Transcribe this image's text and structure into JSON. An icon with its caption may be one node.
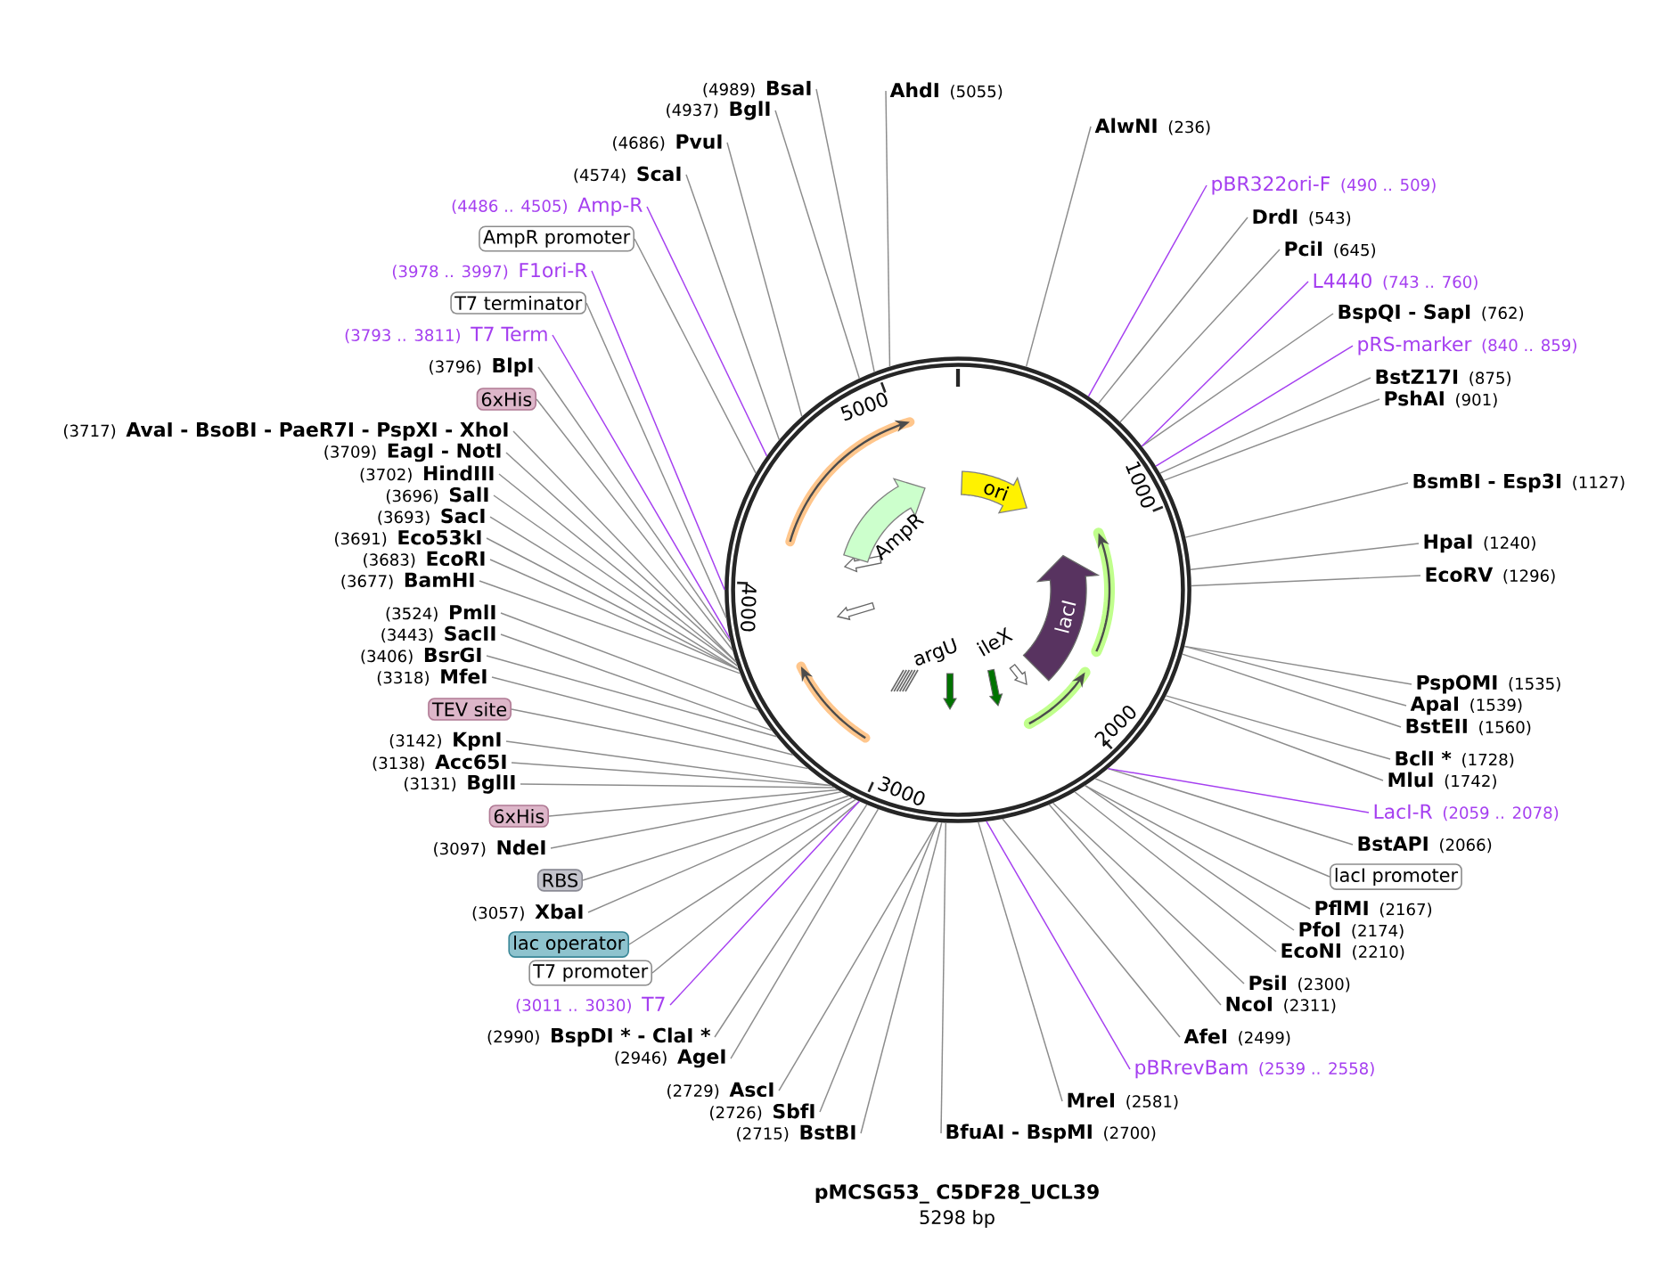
{
  "diagram": {
    "title": "pMCSG53_ C5DF28_UCL39",
    "caption": "5298 bp",
    "nodes": [
      {
        "text": [],
        "shape": "circle"
      },
      {
        "text": [
          "(4989)",
          "BsaI"
        ]
      },
      {
        "text": [
          "(4937)",
          "BglI"
        ]
      },
      {
        "text": [
          "(4686)",
          "PvuI"
        ]
      },
      {
        "text": [
          "(4574)",
          "ScaI"
        ]
      },
      {
        "text": [
          "(4486 .. 4505)",
          "Amp-R"
        ]
      },
      {
        "text": [
          "AmpR promoter"
        ]
      },
      {
        "text": [
          "(3978 .. 3997)",
          "F1ori-R"
        ]
      },
      {
        "text": [
          "T7 terminator"
        ]
      },
      {
        "text": [
          "(3793 .. 3811)",
          "T7 Term"
        ]
      },
      {
        "text": [
          "(3796)",
          "BlpI"
        ]
      },
      {
        "text": [
          "6xHis"
        ]
      },
      {
        "text": [
          "(3717)",
          "AvaI - BsoBI - PaeR7I - PspXI - XhoI"
        ]
      },
      {
        "text": [
          "(3709)",
          "EagI - NotI"
        ]
      },
      {
        "text": [
          "(3702)",
          "HindIII"
        ]
      },
      {
        "text": [
          "(3696)",
          "SalI"
        ]
      },
      {
        "text": [
          "(3693)",
          "SacI"
        ]
      },
      {
        "text": [
          "(3691)",
          "Eco53kI"
        ]
      },
      {
        "text": [
          "(3683)",
          "EcoRI"
        ]
      },
      {
        "text": [
          "(3677)",
          "BamHI"
        ]
      },
      {
        "text": [
          "(3524)",
          "PmlI"
        ]
      },
      {
        "text": [
          "(3443)",
          "SacII"
        ]
      },
      {
        "text": [
          "(3406)",
          "BsrGI"
        ]
      },
      {
        "text": [
          "(3318)",
          "MfeI"
        ]
      },
      {
        "text": [
          "TEV site"
        ]
      },
      {
        "text": [
          "(3142)",
          "KpnI"
        ]
      },
      {
        "text": [
          "(3138)",
          "Acc65I"
        ]
      },
      {
        "text": [
          "(3131)",
          "BglII"
        ]
      },
      {
        "text": [
          "6xHis"
        ]
      },
      {
        "text": [
          "(3097)",
          "NdeI"
        ]
      },
      {
        "text": [
          "RBS"
        ]
      },
      {
        "text": [
          "(3057)",
          "XbaI"
        ]
      },
      {
        "text": [
          "lac operator"
        ]
      },
      {
        "text": [
          "T7 promoter"
        ]
      },
      {
        "text": [
          "(3011 .. 3030)",
          "T7"
        ]
      },
      {
        "text": [
          "(2990)",
          "BspDI * - ClaI *"
        ]
      },
      {
        "text": [
          "(2946)",
          "AgeI"
        ]
      },
      {
        "text": [
          "(2729)",
          "AscI"
        ]
      },
      {
        "text": [
          "(2726)",
          "SbfI"
        ]
      },
      {
        "text": [
          "(2715)",
          "BstBI"
        ]
      },
      {
        "text": [
          "BfuAI - BspMI",
          "(2700)"
        ]
      },
      {
        "text": [
          "MreI",
          "(2581)"
        ]
      },
      {
        "text": [
          "pBRrevBam",
          "(2539 .. 2558)"
        ]
      },
      {
        "text": [
          "AfeI",
          "(2499)"
        ]
      },
      {
        "text": [
          "NcoI",
          "(2311)"
        ]
      },
      {
        "text": [
          "PsiI",
          "(2300)"
        ]
      },
      {
        "text": [
          "EcoNI",
          "(2210)"
        ]
      },
      {
        "text": [
          "PfoI",
          "(2174)"
        ]
      },
      {
        "text": [
          "PflMI",
          "(2167)"
        ]
      },
      {
        "text": [
          "lacI promoter"
        ]
      },
      {
        "text": [
          "BstAPI",
          "(2066)"
        ]
      },
      {
        "text": [
          "LacI-R",
          "(2059 .. 2078)"
        ]
      },
      {
        "text": [
          "MluI",
          "(1742)"
        ]
      },
      {
        "text": [
          "BclI *",
          "(1728)"
        ]
      },
      {
        "text": [
          "BstEII",
          "(1560)"
        ]
      },
      {
        "text": [
          "ApaI",
          "(1539)"
        ]
      },
      {
        "text": [
          "PspOMI",
          "(1535)"
        ]
      },
      {
        "text": [
          "EcoRV",
          "(1296)"
        ]
      },
      {
        "text": [
          "HpaI",
          "(1240)"
        ]
      },
      {
        "text": [
          "BsmBI - Esp3I",
          "(1127)"
        ]
      },
      {
        "text": [
          "PshAI",
          "(901)"
        ]
      },
      {
        "text": [
          "BstZ17I",
          "(875)"
        ]
      },
      {
        "text": [
          "pRS-marker",
          "(840 .. 859)"
        ]
      },
      {
        "text": [
          "BspQI - SapI",
          "(762)"
        ]
      },
      {
        "text": [
          "L4440",
          "(743 .. 760)"
        ]
      },
      {
        "text": [
          "PciI",
          "(645)"
        ]
      },
      {
        "text": [
          "DrdI",
          "(543)"
        ]
      },
      {
        "text": [
          "pBR322ori-F",
          "(490 .. 509)"
        ]
      },
      {
        "text": [
          "AlwNI",
          "(236)"
        ]
      },
      {
        "text": [
          "AhdI",
          "(5055)"
        ]
      },
      {
        "text": [
          "ori"
        ],
        "in": 0
      },
      {
        "text": [
          "AmpR"
        ],
        "in": 0
      },
      {
        "text": [
          "lacI"
        ],
        "in": 0
      },
      {
        "text": [
          "argU"
        ],
        "in": 0
      },
      {
        "text": [
          "ileX"
        ],
        "in": 0
      }
    ],
    "edges": [
      {
        "from": 1,
        "to": 0,
        "arrow": "none"
      },
      {
        "from": 2,
        "to": 0,
        "arrow": "none"
      },
      {
        "from": 3,
        "to": 0,
        "arrow": "none"
      },
      {
        "from": 4,
        "to": 0,
        "arrow": "none"
      },
      {
        "from": 5,
        "to": 0,
        "arrow": "none",
        "color": "#a53ff0"
      },
      {
        "from": 6,
        "to": 0,
        "arrow": "none"
      },
      {
        "from": 7,
        "to": 0,
        "arrow": "none",
        "color": "#a53ff0"
      },
      {
        "from": 8,
        "to": 0,
        "arrow": "none"
      },
      {
        "from": 9,
        "to": 0,
        "arrow": "none",
        "color": "#a53ff0"
      },
      {
        "from": 10,
        "to": 0,
        "arrow": "none"
      },
      {
        "from": 11,
        "to": 0,
        "arrow": "none"
      },
      {
        "from": 12,
        "to": 0,
        "arrow": "none"
      },
      {
        "from": 13,
        "to": 0,
        "arrow": "none"
      },
      {
        "from": 14,
        "to": 0,
        "arrow": "none"
      },
      {
        "from": 15,
        "to": 0,
        "arrow": "none"
      },
      {
        "from": 16,
        "to": 0,
        "arrow": "none"
      },
      {
        "from": 17,
        "to": 0,
        "arrow": "none"
      },
      {
        "from": 18,
        "to": 0,
        "arrow": "none"
      },
      {
        "from": 19,
        "to": 0,
        "arrow": "none"
      },
      {
        "from": 20,
        "to": 0,
        "arrow": "none"
      },
      {
        "from": 21,
        "to": 0,
        "arrow": "none"
      },
      {
        "from": 22,
        "to": 0,
        "arrow": "none"
      },
      {
        "from": 23,
        "to": 0,
        "arrow": "none"
      },
      {
        "from": 24,
        "to": 0,
        "arrow": "none"
      },
      {
        "from": 25,
        "to": 0,
        "arrow": "none"
      },
      {
        "from": 26,
        "to": 0,
        "arrow": "none"
      },
      {
        "from": 27,
        "to": 0,
        "arrow": "none"
      },
      {
        "from": 28,
        "to": 0,
        "arrow": "none"
      },
      {
        "from": 29,
        "to": 0,
        "arrow": "none"
      },
      {
        "from": 30,
        "to": 0,
        "arrow": "none"
      },
      {
        "from": 31,
        "to": 0,
        "arrow": "none"
      },
      {
        "from": 32,
        "to": 0,
        "arrow": "none"
      },
      {
        "from": 33,
        "to": 0,
        "arrow": "none"
      },
      {
        "from": 34,
        "to": 0,
        "arrow": "none",
        "color": "#a53ff0"
      },
      {
        "from": 35,
        "to": 0,
        "arrow": "none"
      },
      {
        "from": 36,
        "to": 0,
        "arrow": "none"
      },
      {
        "from": 37,
        "to": 0,
        "arrow": "none"
      },
      {
        "from": 38,
        "to": 0,
        "arrow": "none"
      },
      {
        "from": 39,
        "to": 0,
        "arrow": "none"
      },
      {
        "from": 40,
        "to": 0,
        "arrow": "none"
      },
      {
        "from": 41,
        "to": 0,
        "arrow": "none"
      },
      {
        "from": 42,
        "to": 0,
        "arrow": "none",
        "color": "#a53ff0"
      },
      {
        "from": 43,
        "to": 0,
        "arrow": "none"
      },
      {
        "from": 44,
        "to": 0,
        "arrow": "none"
      },
      {
        "from": 45,
        "to": 0,
        "arrow": "none"
      },
      {
        "from": 46,
        "to": 0,
        "arrow": "none"
      },
      {
        "from": 47,
        "to": 0,
        "arrow": "none"
      },
      {
        "from": 48,
        "to": 0,
        "arrow": "none"
      },
      {
        "from": 49,
        "to": 0,
        "arrow": "none"
      },
      {
        "from": 50,
        "to": 0,
        "arrow": "none"
      },
      {
        "from": 51,
        "to": 0,
        "arrow": "none",
        "color": "#a53ff0"
      },
      {
        "from": 52,
        "to": 0,
        "arrow": "none"
      },
      {
        "from": 53,
        "to": 0,
        "arrow": "none"
      },
      {
        "from": 54,
        "to": 0,
        "arrow": "none"
      },
      {
        "from": 55,
        "to": 0,
        "arrow": "none"
      },
      {
        "from": 56,
        "to": 0,
        "arrow": "none"
      },
      {
        "from": 57,
        "to": 0,
        "arrow": "none"
      },
      {
        "from": 58,
        "to": 0,
        "arrow": "none"
      },
      {
        "from": 59,
        "to": 0,
        "arrow": "none"
      },
      {
        "from": 60,
        "to": 0,
        "arrow": "none"
      },
      {
        "from": 61,
        "to": 0,
        "arrow": "none"
      },
      {
        "from": 62,
        "to": 0,
        "arrow": "none",
        "color": "#a53ff0"
      },
      {
        "from": 63,
        "to": 0,
        "arrow": "none"
      },
      {
        "from": 64,
        "to": 0,
        "arrow": "none",
        "color": "#a53ff0"
      },
      {
        "from": 65,
        "to": 0,
        "arrow": "none"
      },
      {
        "from": 66,
        "to": 0,
        "arrow": "none"
      },
      {
        "from": 67,
        "to": 0,
        "arrow": "none",
        "color": "#a53ff0"
      },
      {
        "from": 68,
        "to": 0,
        "arrow": "none"
      },
      {
        "from": 69,
        "to": 0,
        "arrow": "none"
      }
    ],
    "labels": [
      "1000",
      "2000",
      "3000",
      "4000",
      "5000"
    ]
  }
}
